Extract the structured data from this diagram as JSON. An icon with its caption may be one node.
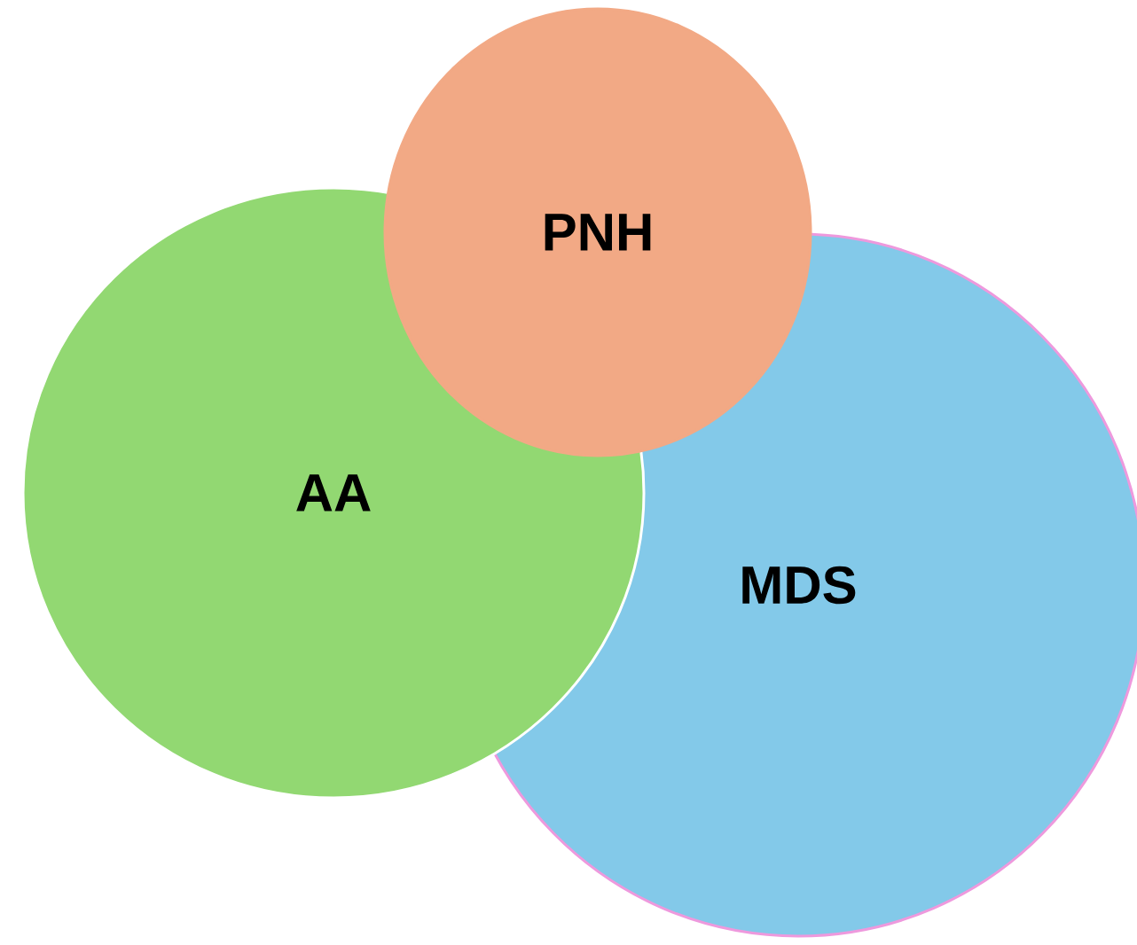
{
  "diagram": {
    "nodes": [
      {
        "text": [
          "PNH"
        ]
      },
      {
        "text": [
          "AA"
        ]
      },
      {
        "text": [
          "MDS"
        ]
      }
    ]
  }
}
